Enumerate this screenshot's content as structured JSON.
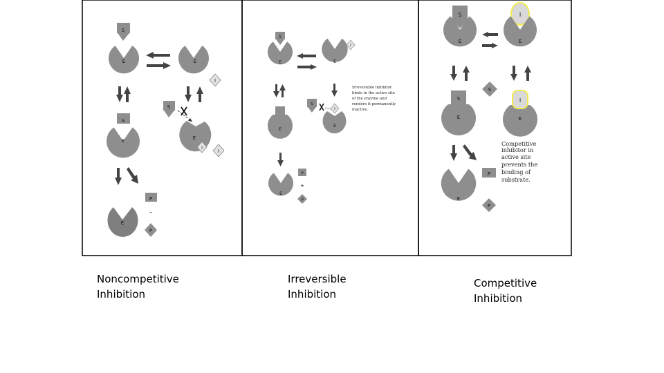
{
  "panels": [
    {
      "caption": [
        "Noncompetitive",
        "Inhibition"
      ],
      "labels": {
        "s": "S",
        "e": "E",
        "i": "I",
        "p": "P",
        "minus": "–"
      }
    },
    {
      "caption": [
        "Irreversible",
        "Inhibition"
      ],
      "labels": {
        "s": "S",
        "e": "E",
        "i": "I",
        "p": "P",
        "plus": "+"
      },
      "note": [
        "Irreversible inhibitor",
        "binds in the active site",
        "of the enzyme and",
        "renders it permanently",
        "inactive."
      ]
    },
    {
      "caption": [
        "Competitive",
        "Inhibition"
      ],
      "labels": {
        "s": "S",
        "e": "E",
        "i": "I",
        "p": "P"
      },
      "note": [
        "Competitive",
        "inhibitor in",
        "active site",
        "prevents the",
        "binding of",
        "substrate."
      ]
    }
  ],
  "colors": {
    "shape": "#8e8e8e",
    "shape_dark": "#6f6f6f",
    "arrow": "#444444",
    "highlight": "#f2e94e",
    "border": "#000000"
  }
}
